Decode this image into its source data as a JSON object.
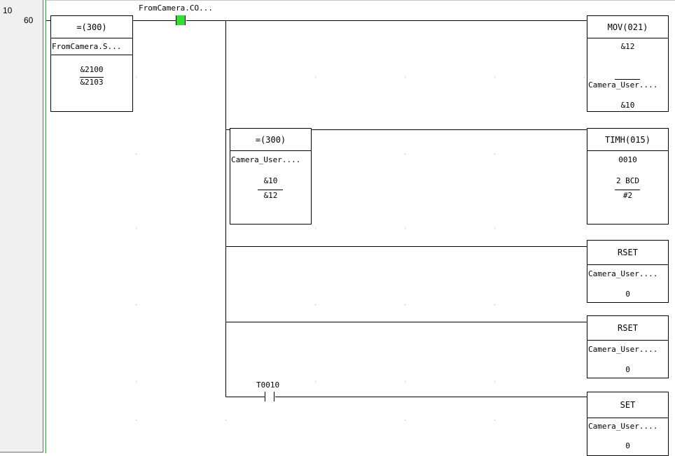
{
  "gutter": {
    "rung_number": "10",
    "step_number": "60"
  },
  "rung": {
    "input_compare": {
      "instruction": "=(300)",
      "operand": "FromCamera.S...",
      "value1": "&2100",
      "value2": "&2103"
    },
    "contact_top": {
      "label": "FromCamera.CO...",
      "state": "active"
    },
    "mov": {
      "instruction": "MOV(021)",
      "source": "&12",
      "dest": "Camera_User....",
      "dest_value": "&10"
    },
    "inner_compare": {
      "instruction": "=(300)",
      "operand": "Camera_User....",
      "value1": "&10",
      "value2": "&12"
    },
    "timer": {
      "instruction": "TIMH(015)",
      "number": "0010",
      "setting": "2 BCD",
      "setting_value": "#2"
    },
    "rset1": {
      "instruction": "RSET",
      "operand": "Camera_User....",
      "value": "0"
    },
    "rset2": {
      "instruction": "RSET",
      "operand": "Camera_User....",
      "value": "0"
    },
    "contact_timer": {
      "label": "T0010"
    },
    "set": {
      "instruction": "SET",
      "operand": "Camera_User....",
      "value": "0"
    }
  },
  "colors": {
    "rail": "#33aa33",
    "active_contact": "#33dd33",
    "gutter_bg": "#f0f0f0"
  }
}
